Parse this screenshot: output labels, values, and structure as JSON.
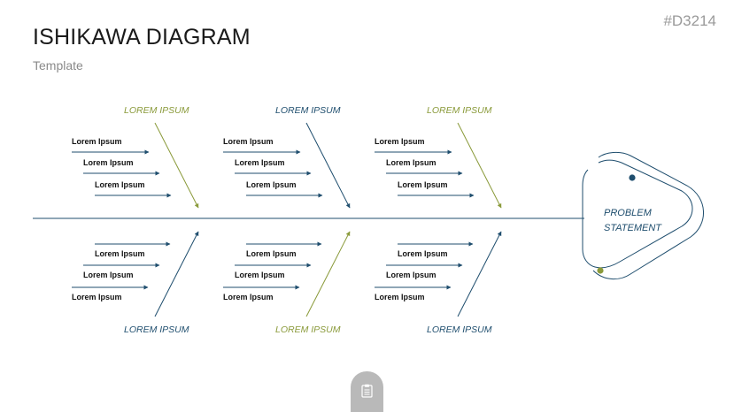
{
  "header": {
    "title": "ISHIKAWA DIAGRAM",
    "subtitle": "Template",
    "code": "#D3214"
  },
  "colors": {
    "blue": "#1f4e6e",
    "green": "#8a9a3a",
    "spine": "#1f4e6e"
  },
  "problem": {
    "line1": "PROBLEM",
    "line2": "STATEMENT"
  },
  "categories": {
    "top": [
      {
        "label": "LOREM IPSUM",
        "color": "green",
        "causes": [
          "Lorem Ipsum",
          "Lorem Ipsum",
          "Lorem Ipsum"
        ]
      },
      {
        "label": "LOREM IPSUM",
        "color": "blue",
        "causes": [
          "Lorem Ipsum",
          "Lorem Ipsum",
          "Lorem Ipsum"
        ]
      },
      {
        "label": "LOREM IPSUM",
        "color": "green",
        "causes": [
          "Lorem Ipsum",
          "Lorem Ipsum",
          "Lorem Ipsum"
        ]
      }
    ],
    "bottom": [
      {
        "label": "LOREM IPSUM",
        "color": "blue",
        "causes": [
          "Lorem Ipsum",
          "Lorem Ipsum",
          "Lorem Ipsum"
        ]
      },
      {
        "label": "LOREM IPSUM",
        "color": "green",
        "causes": [
          "Lorem Ipsum",
          "Lorem Ipsum",
          "Lorem Ipsum"
        ]
      },
      {
        "label": "LOREM IPSUM",
        "color": "blue",
        "causes": [
          "Lorem Ipsum",
          "Lorem Ipsum",
          "Lorem Ipsum"
        ]
      }
    ]
  },
  "footer": {
    "icon": "clipboard-icon"
  }
}
